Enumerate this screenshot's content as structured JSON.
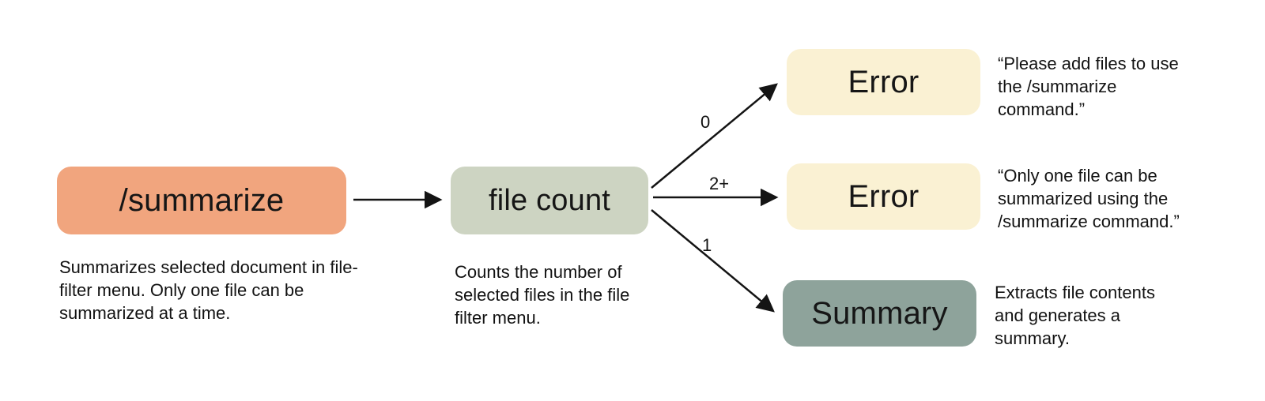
{
  "palette": {
    "salmon": "#F1A57E",
    "sage_light": "#CDD4C2",
    "cream": "#FAF1D3",
    "sage_dark": "#8EA39B",
    "ink": "#141414"
  },
  "nodes": {
    "summarize": {
      "label": "/summarize",
      "color": "#F1A57E"
    },
    "file_count": {
      "label": "file count",
      "color": "#CDD4C2"
    },
    "error_zero": {
      "label": "Error",
      "color": "#FAF1D3"
    },
    "error_many": {
      "label": "Error",
      "color": "#FAF1D3"
    },
    "summary": {
      "label": "Summary",
      "color": "#8EA39B"
    }
  },
  "captions": {
    "summarize": "Summarizes selected document in file-filter menu. Only one file can be summarized at a time.",
    "file_count": "Counts the number of selected files in the file filter menu."
  },
  "notes": {
    "error_zero": "“Please add files to use the /summarize command.”",
    "error_many": "“Only one file can be summarized using the /summarize command.”",
    "summary": "Extracts file contents and generates a summary."
  },
  "edges": {
    "zero": {
      "label": "0"
    },
    "many": {
      "label": "2+"
    },
    "one": {
      "label": "1"
    }
  }
}
